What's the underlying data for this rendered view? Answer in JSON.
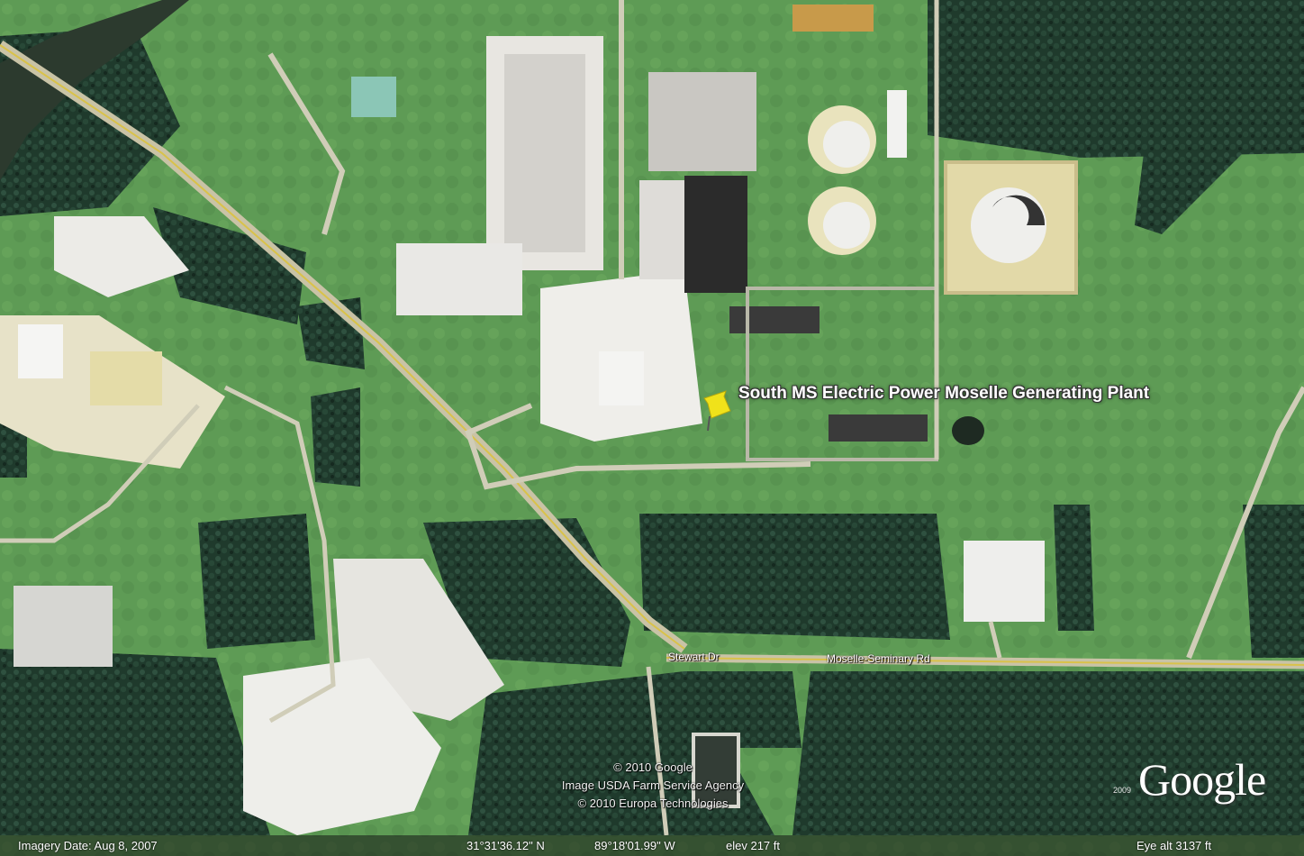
{
  "map": {
    "place_label": "South MS Electric Power Moselle Generating Plant",
    "pin_icon": "pushpin-icon",
    "roads": {
      "stewart": "Stewart Dr",
      "moselle_seminary": "Moselle-Seminary Rd"
    }
  },
  "credits": {
    "line1": "© 2010 Google",
    "line2": "Image USDA Farm Service Agency",
    "line3": "© 2010 Europa Technologies"
  },
  "logo": {
    "text": "Google",
    "year": "2009"
  },
  "status": {
    "imagery_date": "Imagery Date: Aug 8, 2007",
    "latitude": "31°31'36.12\" N",
    "longitude": "89°18'01.99\" W",
    "elevation": "elev 217 ft",
    "eye_alt": "Eye alt 3137 ft"
  },
  "colors": {
    "pin": "#f0e21a",
    "road_line": "#d9c24a",
    "forest": "#1f3a2c",
    "grass": "#5e9b55"
  }
}
